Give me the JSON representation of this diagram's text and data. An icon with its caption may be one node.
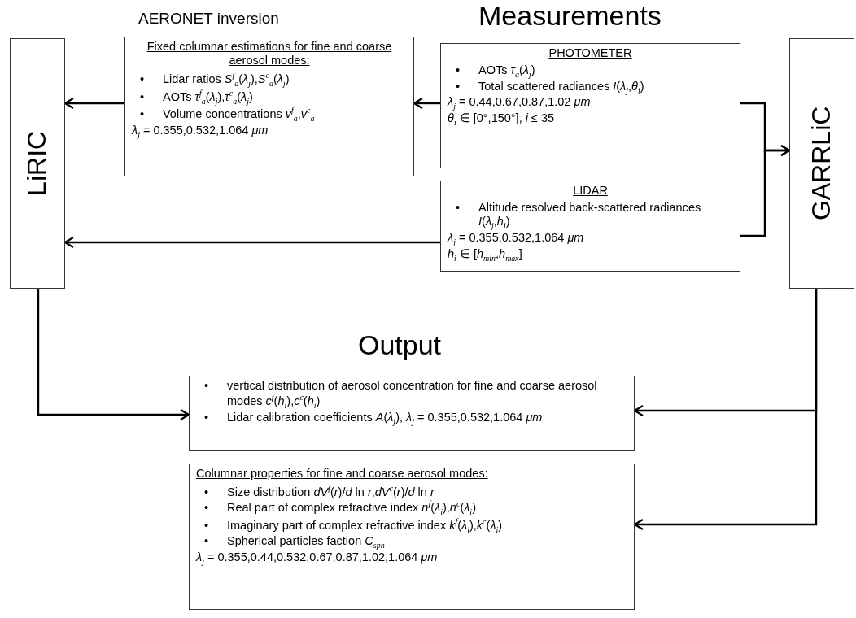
{
  "diagram": {
    "nodes": [
      {
        "text": [
          "LiRIC"
        ]
      },
      {
        "text": [
          "Fixed columnar estimations for fine and coarse aerosol modes:",
          "•\tLidar ratios *S*$^{f}$$_{a}$(*λ*$_{j}$),*S*$^{c}$$_{a}$(*λ*$_{j}$)",
          "•\tAOTs *τ*$^{f}$$_{a}$(*λ*$_{j}$),*τ*$^{c}$$_{a}$(*λ*$_{j}$)",
          "•\tVolume concentrations *v*$^{f}$$_{a}$,*v*$^{c}$$_{a}$",
          "*λ*$_{j}$ = 0.355,0.532,1.064 *μm*"
        ],
        "beside": [
          "AERONET inversion"
        ]
      },
      {
        "text": [
          "PHOTOMETER",
          "•\tAOTs *τ*$_{a}$(*λ*$_{j}$)",
          "•\tTotal scattered radiances *I*(*λ*$_{j}$,*θ*$_{i}$)",
          "*λ*$_{j}$ = 0.44,0.67,0.87,1.02 *μm*",
          "*θ*$_{i}$ ∈ [0°,150°], *i* ≤ 35"
        ]
      },
      {
        "text": [
          "LIDAR",
          "•\tAltitude resolved back-scattered radiances *I*(*λ*$_{j}$,*h*$_{i}$)",
          "*λ*$_{j}$ = 0.355,0.532,1.064 *μm*",
          "*h*$_{i}$ ∈ [*h*$_{min}$,*h*$_{max}$]"
        ]
      },
      {
        "text": [
          "GARRLiC"
        ]
      },
      {
        "text": [
          "•\tvertical distribution of aerosol concentration for fine and coarse aerosol modes *c*$^{f}$(*h*$_{i}$),*c*$^{c}$(*h*$_{i}$)",
          "•\tLidar calibration coefficients *A*(*λ*$_{j}$), *λ*$_{j}$ = 0.355,0.532,1.064 *μm*"
        ]
      },
      {
        "text": [
          "Columnar properties for fine and coarse aerosol modes:",
          "•\tSize distribution *dV*$^{f}$(*r*)/*d* ln *r*,*dV*$^{c}$(*r*)/*d* ln *r*",
          "•\tReal part of complex refractive index *n*$^{f}$(*λ*$_{i}$),*n*$^{c}$(*λ*$_{i}$)",
          "•\tImaginary part of complex refractive index *k*$^{f}$(*λ*$_{i}$),*k*$^{c}$(*λ*$_{i}$)",
          "•\tSpherical particles faction *C*$_{sph}$",
          "*λ*$_{j}$ = 0.355,0.44,0.532,0.67,0.87,1.02,1.064 *μm*"
        ]
      }
    ],
    "edges": [
      {
        "from": 2,
        "to": 1,
        "arrow": "to"
      },
      {
        "from": 1,
        "to": 0,
        "arrow": "to"
      },
      {
        "from": 3,
        "to": 0,
        "arrow": "to"
      },
      {
        "from": 2,
        "to": 4,
        "arrow": "to"
      },
      {
        "from": 3,
        "to": 4,
        "arrow": "to"
      },
      {
        "from": 0,
        "to": 5,
        "arrow": "to"
      },
      {
        "from": 4,
        "to": 5,
        "arrow": "to"
      },
      {
        "from": 4,
        "to": 6,
        "arrow": "to"
      }
    ],
    "labels": [
      "Measurements",
      "Output"
    ]
  }
}
